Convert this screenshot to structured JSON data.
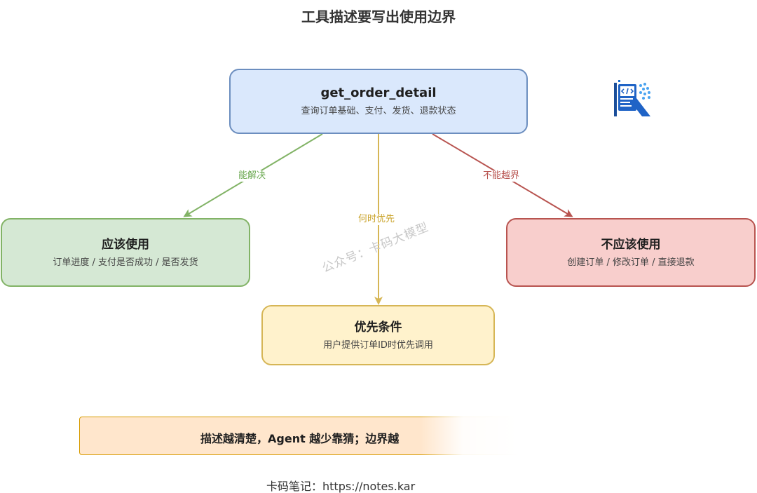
{
  "title": "工具描述要写出使用边界",
  "nodes": {
    "top": {
      "title": "get_order_detail",
      "subtitle": "查询订单基础、支付、发货、退款状态"
    },
    "left": {
      "title": "应该使用",
      "subtitle": "订单进度 / 支付是否成功 / 是否发货"
    },
    "right": {
      "title": "不应该使用",
      "subtitle": "创建订单 / 修改订单 / 直接退款"
    },
    "bottom": {
      "title": "优先条件",
      "subtitle": "用户提供订单ID时优先调用"
    }
  },
  "edges": {
    "to_left": "能解决",
    "to_bottom": "何时优先",
    "to_right": "不能越界"
  },
  "colors": {
    "green": "#82b366",
    "red": "#b85450",
    "yellow": "#d6b656",
    "blue": "#6c8ebf"
  },
  "watermark": "公众号：卡码大模型",
  "banner": {
    "text": "描述越清楚，Agent 越少靠猜；边界越"
  },
  "footer": "卡码笔记：https://notes.kar",
  "logo": {
    "icon": "k-logo-icon"
  }
}
